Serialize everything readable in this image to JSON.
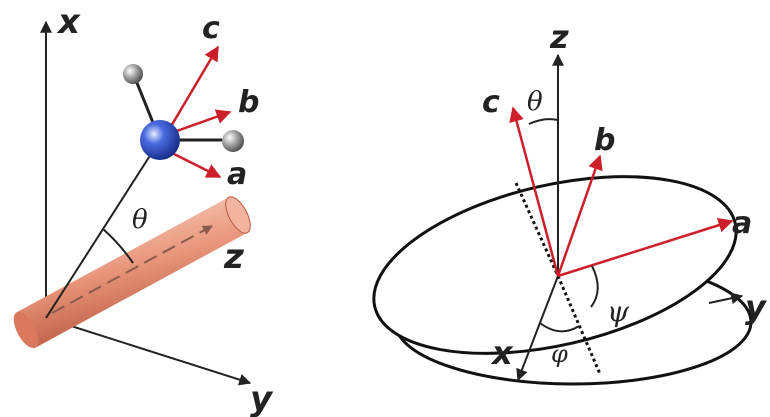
{
  "left_diagram": {
    "axes": {
      "x": "x",
      "y": "y",
      "z": "z"
    },
    "molecule_vectors": {
      "a": "a",
      "b": "b",
      "c": "c"
    },
    "angle": "θ"
  },
  "right_diagram": {
    "axes": {
      "x": "x",
      "y": "y",
      "z": "z"
    },
    "molecule_vectors": {
      "a": "a",
      "b": "b",
      "c": "c"
    },
    "angles": {
      "theta": "θ",
      "phi": "φ",
      "psi": "ψ"
    }
  },
  "colors": {
    "axis": "#222222",
    "vector": "#cc1f2b",
    "cylinder": "#e8957a",
    "atom_center": "#2a47b8",
    "atom_ligand": "#8a8a8a"
  }
}
